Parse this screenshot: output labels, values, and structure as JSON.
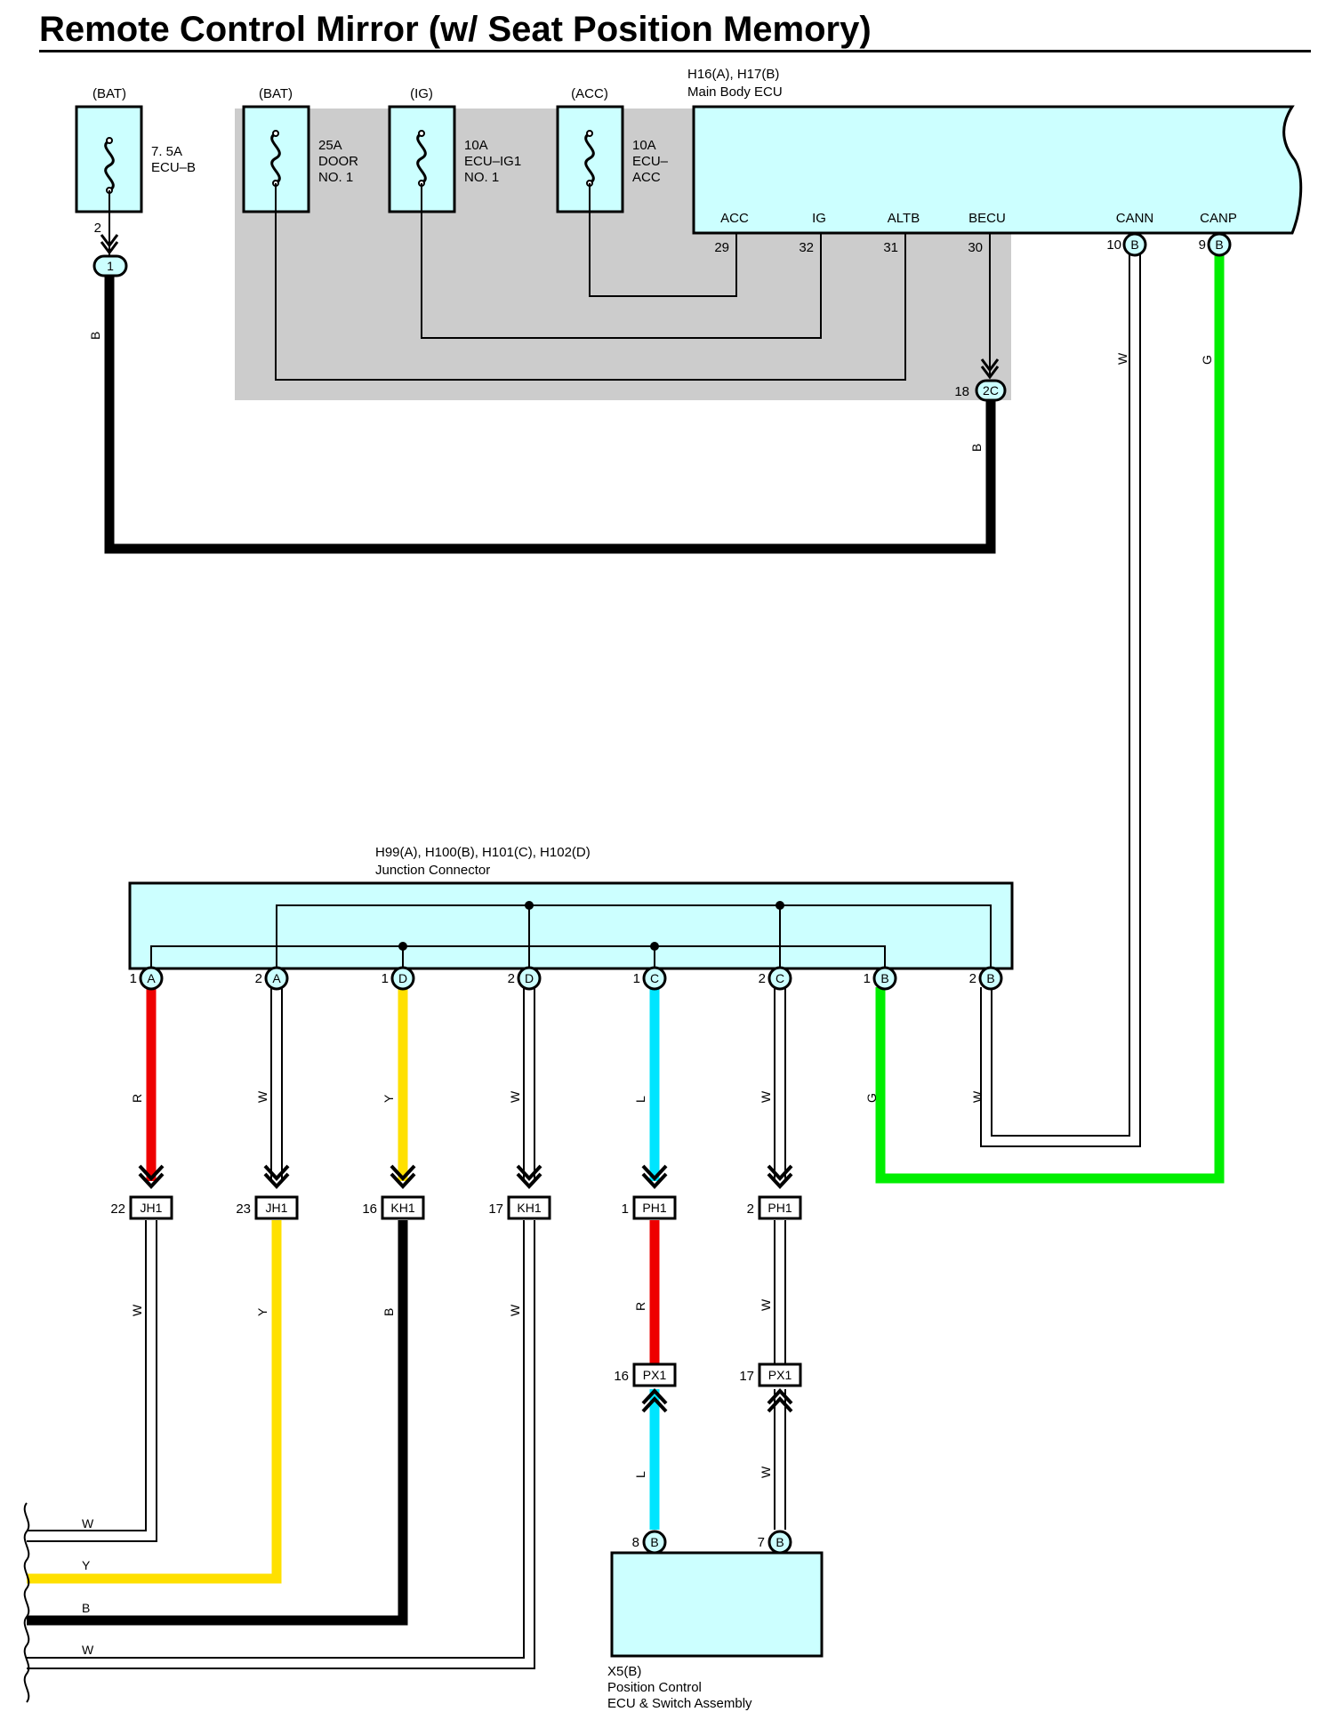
{
  "title": "Remote Control Mirror (w/ Seat Position Memory)",
  "colors": {
    "B": "#000000",
    "W": "#ffffff",
    "G": "#00ee00",
    "R": "#ee0000",
    "Y": "#ffe000",
    "L": "#00e5ff",
    "component_fill": "#ccffff",
    "shade": "#cccccc"
  },
  "fuses": [
    {
      "supply": "(BAT)",
      "rating": "7. 5A",
      "name_lines": [
        "ECU–B"
      ]
    },
    {
      "supply": "(BAT)",
      "rating": "25A",
      "name_lines": [
        "DOOR",
        "NO. 1"
      ]
    },
    {
      "supply": "(IG)",
      "rating": "10A",
      "name_lines": [
        "ECU–IG1",
        "NO. 1"
      ]
    },
    {
      "supply": "(ACC)",
      "rating": "10A",
      "name_lines": [
        "ECU–",
        "ACC"
      ]
    }
  ],
  "main_body_ecu": {
    "code": "H16(A), H17(B)",
    "name": "Main Body ECU",
    "terminals": [
      {
        "name": "ACC",
        "pin": "29"
      },
      {
        "name": "IG",
        "pin": "32"
      },
      {
        "name": "ALTB",
        "pin": "31"
      },
      {
        "name": "BECU",
        "pin": "30"
      },
      {
        "name": "CANN",
        "pin": "10",
        "connector": "B"
      },
      {
        "name": "CANP",
        "pin": "9",
        "connector": "B"
      }
    ]
  },
  "fuse_pin": {
    "pin": "2",
    "connector": "1"
  },
  "becu_connector": {
    "pin": "18",
    "connector": "2C"
  },
  "junction_connector": {
    "code": "H99(A), H100(B), H101(C), H102(D)",
    "name": "Junction Connector",
    "pins": [
      {
        "pin": "1",
        "connector": "A"
      },
      {
        "pin": "2",
        "connector": "A"
      },
      {
        "pin": "1",
        "connector": "D"
      },
      {
        "pin": "2",
        "connector": "D"
      },
      {
        "pin": "1",
        "connector": "C"
      },
      {
        "pin": "2",
        "connector": "C"
      },
      {
        "pin": "1",
        "connector": "B"
      },
      {
        "pin": "2",
        "connector": "B"
      }
    ]
  },
  "wire_colors": {
    "fuse_to_ground_run": "B",
    "becu_run": "B",
    "cann": "W",
    "canp": "G",
    "jc_a1": "R",
    "jc_a2": "W",
    "jc_d1": "Y",
    "jc_d2": "W",
    "jc_c1": "L",
    "jc_c2": "W",
    "jc_b1": "G",
    "jc_b2": "W",
    "lower_jh1_22": "W",
    "lower_jh1_23": "Y",
    "lower_kh1_16": "B",
    "lower_kh1_17": "W",
    "ph1_1_to_px1": "R",
    "ph1_2_to_px1": "W",
    "px1_16_to_ecu": "L",
    "px1_17_to_ecu": "W"
  },
  "inline_connectors": [
    {
      "pin": "22",
      "name": "JH1"
    },
    {
      "pin": "23",
      "name": "JH1"
    },
    {
      "pin": "16",
      "name": "KH1"
    },
    {
      "pin": "17",
      "name": "KH1"
    },
    {
      "pin": "1",
      "name": "PH1"
    },
    {
      "pin": "2",
      "name": "PH1"
    }
  ],
  "px_connectors": [
    {
      "pin": "16",
      "name": "PX1"
    },
    {
      "pin": "17",
      "name": "PX1"
    }
  ],
  "exit_wire_labels": [
    "W",
    "Y",
    "B",
    "W"
  ],
  "position_ecu": {
    "code": "X5(B)",
    "name_lines": [
      "Position Control",
      "ECU & Switch Assembly"
    ],
    "pins": [
      {
        "pin": "8",
        "connector": "B"
      },
      {
        "pin": "7",
        "connector": "B"
      }
    ]
  }
}
